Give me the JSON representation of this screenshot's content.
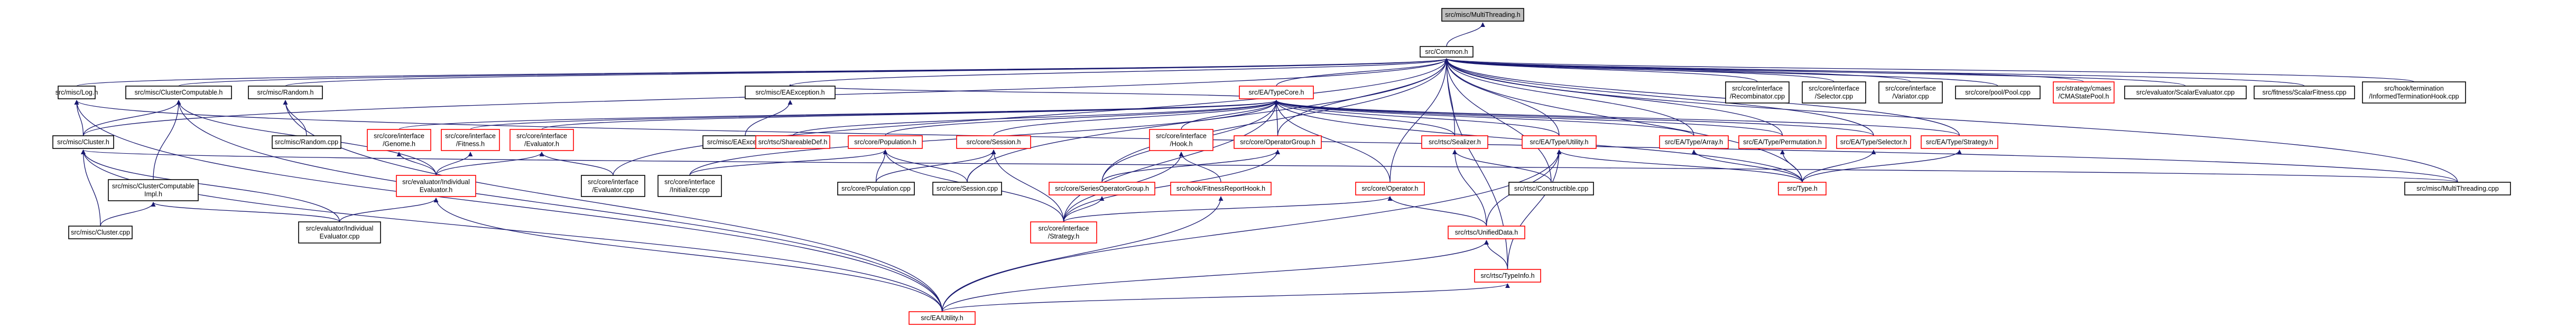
{
  "colors": {
    "edge": "#191970",
    "node_border_black": "#000000",
    "node_border_red": "#ff0000",
    "focus_fill": "#bfbfbf",
    "node_fill": "#ffffff",
    "text": "#000000"
  },
  "nodes": {
    "multithreading_h": {
      "lines": [
        "src/misc/MultiThreading.h"
      ],
      "style": "focus"
    },
    "common_h": {
      "lines": [
        "src/Common.h"
      ],
      "style": "normal"
    },
    "log_h": {
      "lines": [
        "src/misc/Log.h"
      ],
      "style": "normal"
    },
    "clustercomputable_h": {
      "lines": [
        "src/misc/ClusterComputable.h"
      ],
      "style": "normal"
    },
    "random_h": {
      "lines": [
        "src/misc/Random.h"
      ],
      "style": "normal"
    },
    "eaexception_h": {
      "lines": [
        "src/misc/EAException.h"
      ],
      "style": "normal"
    },
    "typecore_h": {
      "lines": [
        "src/EA/TypeCore.h"
      ],
      "style": "red"
    },
    "recombinator_cpp": {
      "lines": [
        "src/core/interface",
        "/Recombinator.cpp"
      ],
      "style": "normal"
    },
    "selector_cpp": {
      "lines": [
        "src/core/interface",
        "/Selector.cpp"
      ],
      "style": "normal"
    },
    "variator_cpp": {
      "lines": [
        "src/core/interface",
        "/Variator.cpp"
      ],
      "style": "normal"
    },
    "pool_cpp": {
      "lines": [
        "src/core/pool/Pool.cpp"
      ],
      "style": "normal"
    },
    "cmastatepool_h": {
      "lines": [
        "src/strategy/cmaes",
        "/CMAStatePool.h"
      ],
      "style": "red"
    },
    "scalarevaluator_cpp": {
      "lines": [
        "src/evaluator/ScalarEvaluator.cpp"
      ],
      "style": "normal"
    },
    "scalarfitness_cpp": {
      "lines": [
        "src/fitness/ScalarFitness.cpp"
      ],
      "style": "normal"
    },
    "informedterminationhook_cpp": {
      "lines": [
        "src/hook/termination",
        "/InformedTerminationHook.cpp"
      ],
      "style": "normal"
    },
    "cluster_h": {
      "lines": [
        "src/misc/Cluster.h"
      ],
      "style": "normal"
    },
    "random_cpp": {
      "lines": [
        "src/misc/Random.cpp"
      ],
      "style": "normal"
    },
    "eaexception_cpp": {
      "lines": [
        "src/misc/EAException.cpp"
      ],
      "style": "normal"
    },
    "genome_h": {
      "lines": [
        "src/core/interface",
        "/Genome.h"
      ],
      "style": "red"
    },
    "fitness_h": {
      "lines": [
        "src/core/interface",
        "/Fitness.h"
      ],
      "style": "red"
    },
    "evaluator_h": {
      "lines": [
        "src/core/interface",
        "/Evaluator.h"
      ],
      "style": "red"
    },
    "shareabledef_h": {
      "lines": [
        "src/rtsc/ShareableDef.h"
      ],
      "style": "red"
    },
    "population_h": {
      "lines": [
        "src/core/Population.h"
      ],
      "style": "red"
    },
    "session_h": {
      "lines": [
        "src/core/Session.h"
      ],
      "style": "red"
    },
    "hook_h": {
      "lines": [
        "src/core/interface",
        "/Hook.h"
      ],
      "style": "red"
    },
    "operatorgroup_h": {
      "lines": [
        "src/core/OperatorGroup.h"
      ],
      "style": "red"
    },
    "sealizer_h": {
      "lines": [
        "src/rtsc/Sealizer.h"
      ],
      "style": "red"
    },
    "typeutility_h": {
      "lines": [
        "src/EA/Type/Utility.h"
      ],
      "style": "red"
    },
    "typearray_h": {
      "lines": [
        "src/EA/Type/Array.h"
      ],
      "style": "red"
    },
    "typepermutation_h": {
      "lines": [
        "src/EA/Type/Permutation.h"
      ],
      "style": "red"
    },
    "typeselector_h": {
      "lines": [
        "src/EA/Type/Selector.h"
      ],
      "style": "red"
    },
    "typestrategy_h": {
      "lines": [
        "src/EA/Type/Strategy.h"
      ],
      "style": "red"
    },
    "clustercomputableimpl_h": {
      "lines": [
        "src/misc/ClusterComputable",
        "Impl.h"
      ],
      "style": "normal"
    },
    "individualevaluator_h": {
      "lines": [
        "src/evaluator/Individual",
        "Evaluator.h"
      ],
      "style": "red"
    },
    "evaluator_cpp": {
      "lines": [
        "src/core/interface",
        "/Evaluator.cpp"
      ],
      "style": "normal"
    },
    "initializer_cpp": {
      "lines": [
        "src/core/interface",
        "/Initializer.cpp"
      ],
      "style": "normal"
    },
    "population_cpp": {
      "lines": [
        "src/core/Population.cpp"
      ],
      "style": "normal"
    },
    "session_cpp": {
      "lines": [
        "src/core/Session.cpp"
      ],
      "style": "normal"
    },
    "seriesoperatorgroup_h": {
      "lines": [
        "src/core/SeriesOperatorGroup.h"
      ],
      "style": "red"
    },
    "fitnessreporthook_h": {
      "lines": [
        "src/hook/FitnessReportHook.h"
      ],
      "style": "red"
    },
    "operator_h": {
      "lines": [
        "src/core/Operator.h"
      ],
      "style": "red"
    },
    "constructible_cpp": {
      "lines": [
        "src/rtsc/Constructible.cpp"
      ],
      "style": "normal"
    },
    "type_h": {
      "lines": [
        "src/Type.h"
      ],
      "style": "red"
    },
    "multithreading_cpp": {
      "lines": [
        "src/misc/MultiThreading.cpp"
      ],
      "style": "normal"
    },
    "cluster_cpp": {
      "lines": [
        "src/misc/Cluster.cpp"
      ],
      "style": "normal"
    },
    "individualevaluator_cpp": {
      "lines": [
        "src/evaluator/Individual",
        "Evaluator.cpp"
      ],
      "style": "normal"
    },
    "strategy_h": {
      "lines": [
        "src/core/interface",
        "/Strategy.h"
      ],
      "style": "red"
    },
    "unifieddata_h": {
      "lines": [
        "src/rtsc/UnifiedData.h"
      ],
      "style": "red"
    },
    "typeinfo_h": {
      "lines": [
        "src/rtsc/TypeInfo.h"
      ],
      "style": "red"
    },
    "eautility_h": {
      "lines": [
        "src/EA/Utility.h"
      ],
      "style": "red"
    }
  },
  "edges": [
    [
      "multithreading_h",
      "common_h"
    ],
    [
      "common_h",
      "log_h"
    ],
    [
      "common_h",
      "clustercomputable_h"
    ],
    [
      "common_h",
      "random_h"
    ],
    [
      "common_h",
      "eaexception_h"
    ],
    [
      "common_h",
      "typecore_h"
    ],
    [
      "common_h",
      "recombinator_cpp"
    ],
    [
      "common_h",
      "selector_cpp"
    ],
    [
      "common_h",
      "variator_cpp"
    ],
    [
      "common_h",
      "pool_cpp"
    ],
    [
      "common_h",
      "cmastatepool_h"
    ],
    [
      "common_h",
      "scalarevaluator_cpp"
    ],
    [
      "common_h",
      "scalarfitness_cpp"
    ],
    [
      "common_h",
      "informedterminationhook_cpp"
    ],
    [
      "common_h",
      "cluster_h"
    ],
    [
      "common_h",
      "multithreading_cpp"
    ],
    [
      "common_h",
      "operatorgroup_h"
    ],
    [
      "common_h",
      "typeutility_h"
    ],
    [
      "common_h",
      "typearray_h"
    ],
    [
      "common_h",
      "typeselector_h"
    ],
    [
      "common_h",
      "typestrategy_h"
    ],
    [
      "common_h",
      "typepermutation_h"
    ],
    [
      "common_h",
      "type_h"
    ],
    [
      "common_h",
      "sealizer_h"
    ],
    [
      "common_h",
      "constructible_cpp"
    ],
    [
      "common_h",
      "operator_h"
    ],
    [
      "common_h",
      "evaluator_cpp"
    ],
    [
      "common_h",
      "session_cpp"
    ],
    [
      "common_h",
      "typeinfo_h"
    ],
    [
      "common_h",
      "seriesoperatorgroup_h"
    ],
    [
      "log_h",
      "cluster_h"
    ],
    [
      "log_h",
      "eautility_h"
    ],
    [
      "log_h",
      "multithreading_cpp"
    ],
    [
      "clustercomputable_h",
      "cluster_h"
    ],
    [
      "clustercomputable_h",
      "clustercomputableimpl_h"
    ],
    [
      "clustercomputable_h",
      "individualevaluator_h"
    ],
    [
      "clustercomputable_h",
      "eautility_h"
    ],
    [
      "random_h",
      "random_cpp"
    ],
    [
      "random_h",
      "eautility_h"
    ],
    [
      "eaexception_h",
      "eaexception_cpp"
    ],
    [
      "eaexception_h",
      "typecore_h"
    ],
    [
      "cluster_h",
      "cluster_cpp"
    ],
    [
      "cluster_h",
      "eautility_h"
    ],
    [
      "cluster_h",
      "individualevaluator_cpp"
    ],
    [
      "cluster_h",
      "multithreading_cpp"
    ],
    [
      "typecore_h",
      "genome_h"
    ],
    [
      "typecore_h",
      "fitness_h"
    ],
    [
      "typecore_h",
      "evaluator_h"
    ],
    [
      "typecore_h",
      "shareabledef_h"
    ],
    [
      "typecore_h",
      "population_h"
    ],
    [
      "typecore_h",
      "session_h"
    ],
    [
      "typecore_h",
      "hook_h"
    ],
    [
      "typecore_h",
      "operatorgroup_h"
    ],
    [
      "typecore_h",
      "sealizer_h"
    ],
    [
      "typecore_h",
      "typeutility_h"
    ],
    [
      "typecore_h",
      "typearray_h"
    ],
    [
      "typecore_h",
      "typepermutation_h"
    ],
    [
      "typecore_h",
      "typeselector_h"
    ],
    [
      "typecore_h",
      "typestrategy_h"
    ],
    [
      "typecore_h",
      "initializer_cpp"
    ],
    [
      "typecore_h",
      "strategy_h"
    ],
    [
      "typecore_h",
      "seriesoperatorgroup_h"
    ],
    [
      "typecore_h",
      "operator_h"
    ],
    [
      "typecore_h",
      "type_h"
    ],
    [
      "genome_h",
      "individualevaluator_h"
    ],
    [
      "fitness_h",
      "individualevaluator_h"
    ],
    [
      "evaluator_h",
      "individualevaluator_h"
    ],
    [
      "evaluator_h",
      "evaluator_cpp"
    ],
    [
      "population_h",
      "population_cpp"
    ],
    [
      "population_h",
      "initializer_cpp"
    ],
    [
      "population_h",
      "strategy_h"
    ],
    [
      "population_h",
      "session_cpp"
    ],
    [
      "session_h",
      "session_cpp"
    ],
    [
      "session_h",
      "strategy_h"
    ],
    [
      "session_h",
      "population_cpp"
    ],
    [
      "hook_h",
      "fitnessreporthook_h"
    ],
    [
      "hook_h",
      "strategy_h"
    ],
    [
      "operatorgroup_h",
      "seriesoperatorgroup_h"
    ],
    [
      "operatorgroup_h",
      "strategy_h"
    ],
    [
      "sealizer_h",
      "constructible_cpp"
    ],
    [
      "sealizer_h",
      "unifieddata_h"
    ],
    [
      "typeutility_h",
      "unifieddata_h"
    ],
    [
      "typeutility_h",
      "typeinfo_h"
    ],
    [
      "typeutility_h",
      "eautility_h"
    ],
    [
      "typeutility_h",
      "type_h"
    ],
    [
      "typearray_h",
      "type_h"
    ],
    [
      "typepermutation_h",
      "type_h"
    ],
    [
      "typeselector_h",
      "type_h"
    ],
    [
      "typestrategy_h",
      "type_h"
    ],
    [
      "clustercomputableimpl_h",
      "cluster_cpp"
    ],
    [
      "clustercomputableimpl_h",
      "individualevaluator_cpp"
    ],
    [
      "individualevaluator_h",
      "individualevaluator_cpp"
    ],
    [
      "individualevaluator_h",
      "eautility_h"
    ],
    [
      "seriesoperatorgroup_h",
      "strategy_h"
    ],
    [
      "fitnessreporthook_h",
      "eautility_h"
    ],
    [
      "operator_h",
      "unifieddata_h"
    ],
    [
      "operator_h",
      "strategy_h"
    ],
    [
      "unifieddata_h",
      "typeinfo_h"
    ],
    [
      "unifieddata_h",
      "eautility_h"
    ],
    [
      "typeinfo_h",
      "eautility_h"
    ]
  ]
}
